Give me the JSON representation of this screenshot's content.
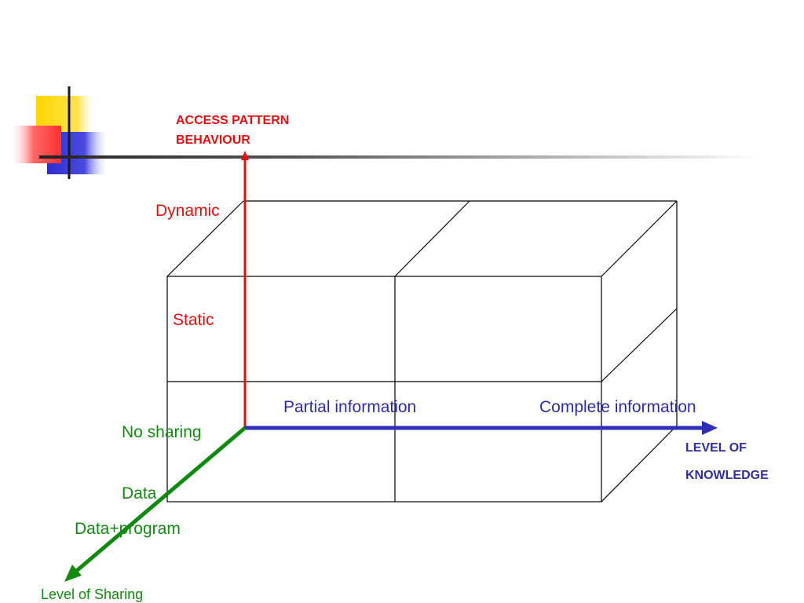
{
  "colors": {
    "access_axis": "#e01010",
    "knowledge_axis": "#2e2eb8",
    "sharing_axis": "#0f8a0f",
    "box_line": "#000000",
    "logo_yellow": "#ffd600",
    "logo_red": "#ff4040",
    "logo_blue": "#2f2fd0"
  },
  "axes": {
    "access": {
      "title_line1": "ACCESS PATTERN",
      "title_line2": "BEHAVIOUR",
      "levels": [
        "Dynamic",
        "Static"
      ]
    },
    "knowledge": {
      "title_line1": "LEVEL OF",
      "title_line2": "KNOWLEDGE",
      "levels": [
        "Partial information",
        "Complete information"
      ]
    },
    "sharing": {
      "title": "Level of Sharing",
      "levels": [
        "No sharing",
        "Data",
        "Data+program"
      ]
    }
  },
  "icons": {
    "logo": "corner-squares-logo",
    "header_rule": "gradient-rule"
  }
}
